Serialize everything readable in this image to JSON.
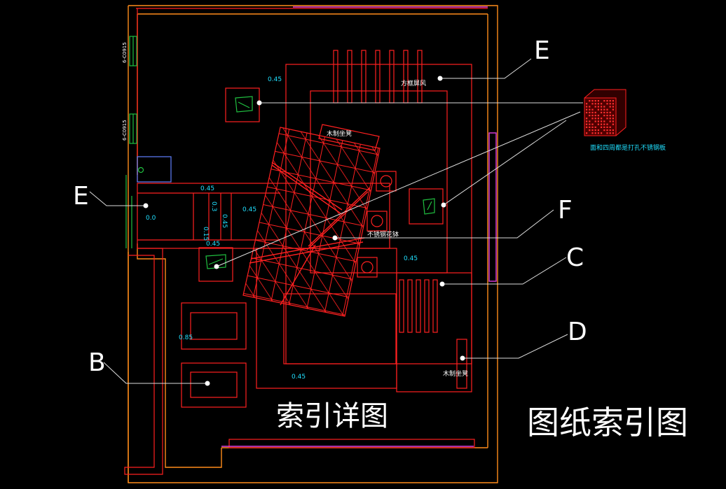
{
  "colors": {
    "background": "#000000",
    "wall_outer": "#ff8c1a",
    "wall_red": "#ff2020",
    "magenta": "#e040e0",
    "green": "#20c040",
    "cyan": "#20e0ff",
    "white": "#ffffff",
    "blue": "#6080ff",
    "leader": "#dddddd"
  },
  "callouts": {
    "e_top": "E",
    "e_left": "E",
    "f": "F",
    "c": "C",
    "d": "D",
    "b": "B"
  },
  "labels": {
    "fang_ge_ping_feng": "方框屏风",
    "mu_zhi_zuo_deng_top": "木制坐凳",
    "bu_xiu_gang_hua_bo": "不锈钢花钵",
    "mu_zhi_zuo_deng_bottom": "木制坐凳",
    "material_note": "面和四周都是打孔不锈钢板"
  },
  "dimensions": {
    "d_top_left": "0.45",
    "d_bar_top": "0.45",
    "d_left_zero": "0.0",
    "d_v1": "0.15",
    "d_v2": "0.3",
    "d_v3": "0.45",
    "d_mid": "0.45",
    "d_below_box": "0.45",
    "d_right_mid": "0.45",
    "d_085": "0.85",
    "d_bottom": "0.45"
  },
  "side_marks": {
    "top": "6-C0915",
    "bottom": "6-C0915"
  },
  "titles": {
    "detail": "索引详图",
    "sheet": "图纸索引图"
  }
}
